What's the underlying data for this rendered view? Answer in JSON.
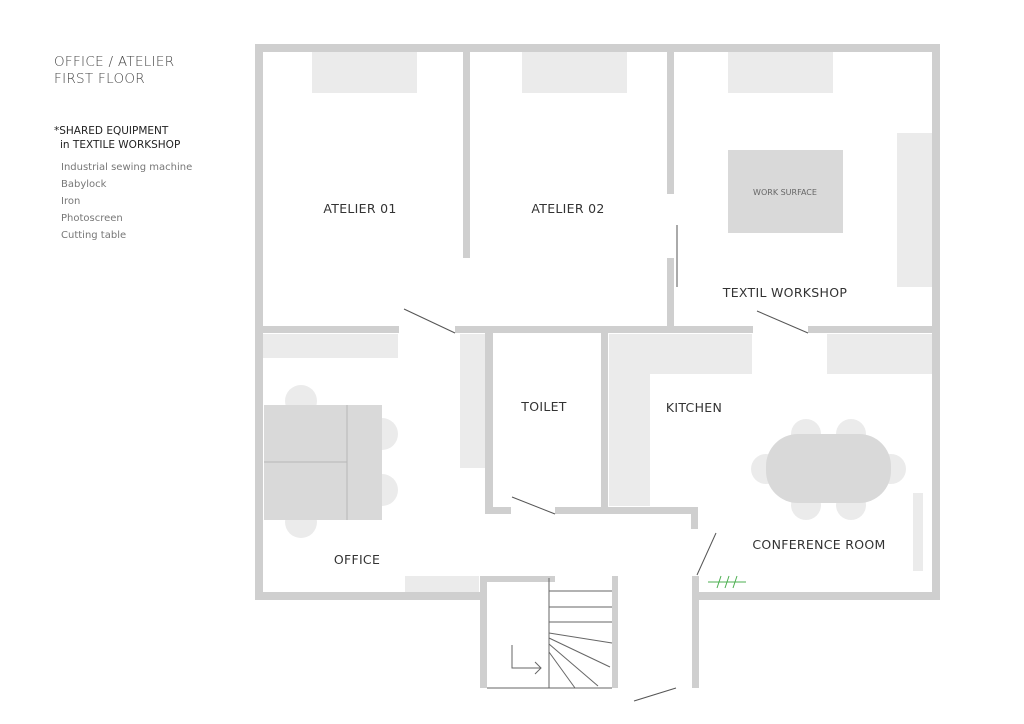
{
  "title": {
    "line1": "OFFICE / ATELIER",
    "line2": "FIRST FLOOR"
  },
  "shared_equipment": {
    "heading_line1": "*SHARED EQUIPMENT",
    "heading_line2": "in TEXTILE WORKSHOP",
    "items": [
      "Industrial sewing machine",
      "Babylock",
      "Iron",
      "Photoscreen",
      "Cutting table"
    ]
  },
  "rooms": {
    "atelier01": "ATELIER 01",
    "atelier02": "ATELIER 02",
    "textil_workshop": "TEXTIL WORKSHOP",
    "work_surface": "WORK SURFACE",
    "toilet": "TOILET",
    "kitchen": "KITCHEN",
    "office": "OFFICE",
    "conference_room": "CONFERENCE ROOM"
  },
  "colors": {
    "wall": "#cfcfcf",
    "furniture": "#ebebeb",
    "furniture_dark": "#d9d9d9",
    "marker": "#4caf50"
  }
}
